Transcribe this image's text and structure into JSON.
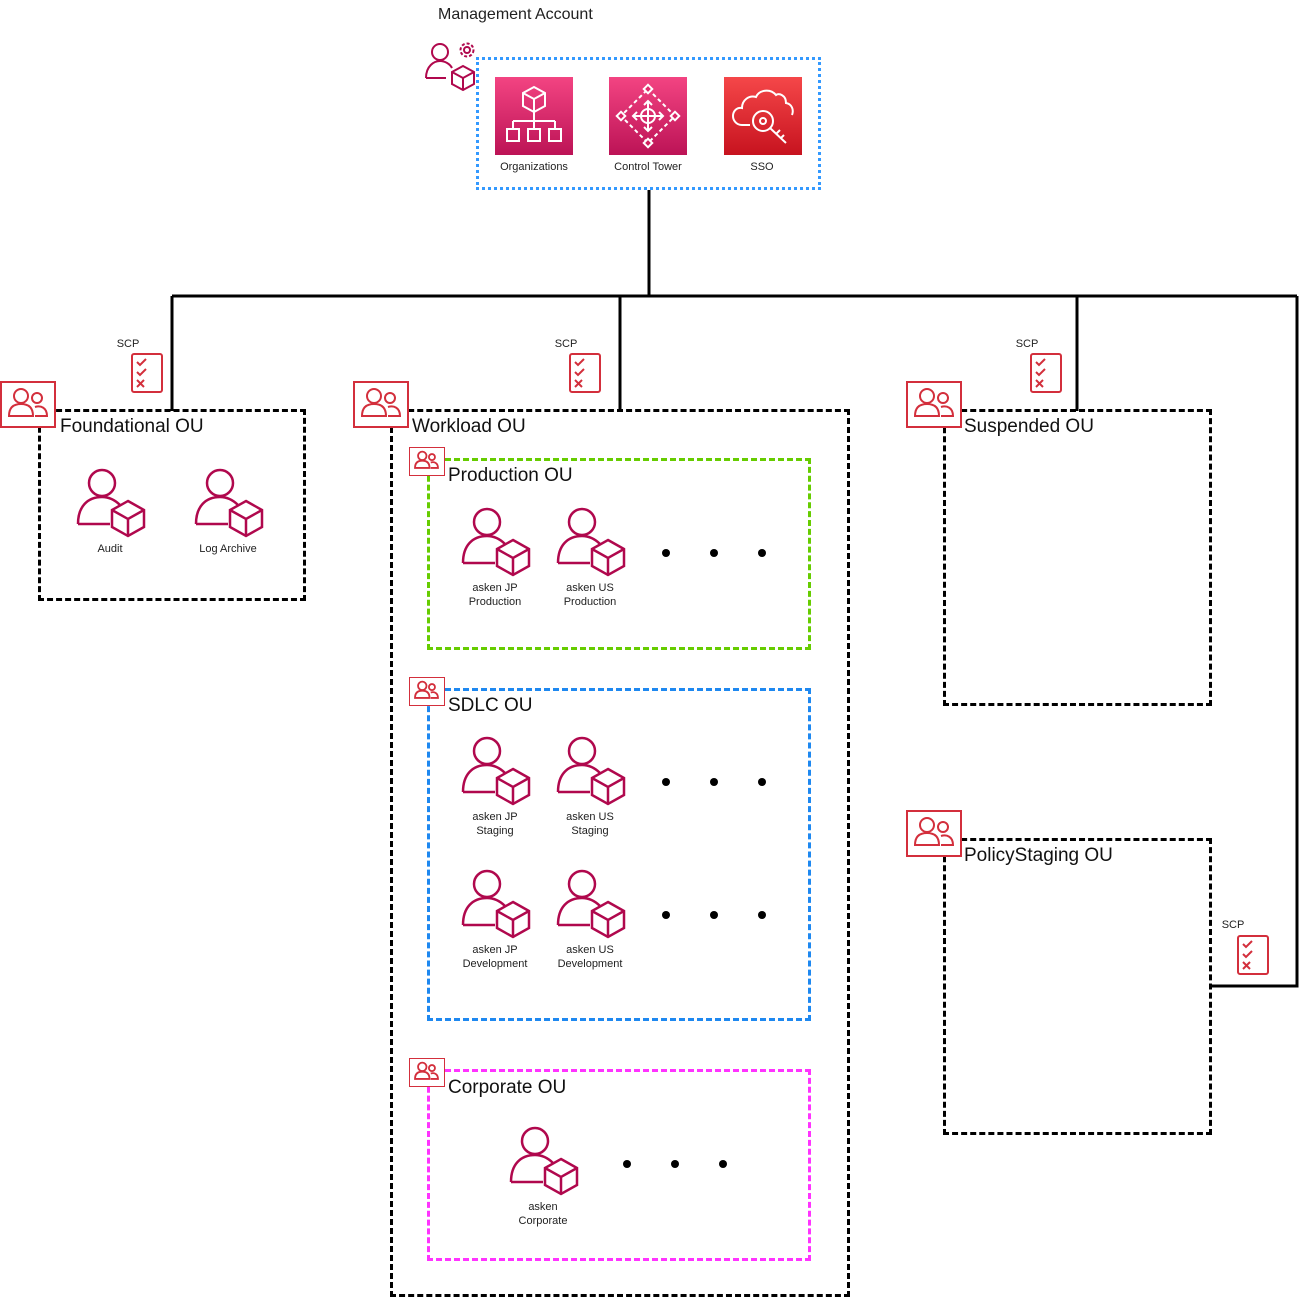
{
  "management": {
    "title": "Management Account",
    "services": [
      {
        "label": "Organizations",
        "icon": "organizations-icon",
        "color_top": "#f34482",
        "color_bottom": "#bc1356"
      },
      {
        "label": "Control Tower",
        "icon": "control-tower-icon",
        "color_top": "#f34482",
        "color_bottom": "#bc1356"
      },
      {
        "label": "SSO",
        "icon": "sso-icon",
        "color_top": "#f54749",
        "color_bottom": "#c7131f"
      }
    ]
  },
  "scp_label": "SCP",
  "colors": {
    "account_icon": "#b0084d",
    "ou_icon": "#d32f3c",
    "production_border": "#66cc00",
    "sdlc_border": "#1e88f0",
    "corporate_border": "#ff33ff",
    "management_border": "#3399ff",
    "line": "#000000"
  },
  "ous": {
    "foundational": {
      "title": "Foundational OU",
      "accounts": [
        {
          "label": "Audit"
        },
        {
          "label": "Log Archive"
        }
      ]
    },
    "workload": {
      "title": "Workload OU",
      "production": {
        "title": "Production OU",
        "accounts": [
          {
            "line1": "asken JP",
            "line2": "Production"
          },
          {
            "line1": "asken US",
            "line2": "Production"
          }
        ]
      },
      "sdlc": {
        "title": "SDLC OU",
        "accounts": [
          {
            "line1": "asken JP",
            "line2": "Staging"
          },
          {
            "line1": "asken US",
            "line2": "Staging"
          },
          {
            "line1": "asken JP",
            "line2": "Development"
          },
          {
            "line1": "asken US",
            "line2": "Development"
          }
        ]
      },
      "corporate": {
        "title": "Corporate OU",
        "accounts": [
          {
            "line1": "asken",
            "line2": "Corporate"
          }
        ]
      }
    },
    "suspended": {
      "title": "Suspended OU"
    },
    "policystaging": {
      "title": "PolicyStaging OU"
    }
  }
}
